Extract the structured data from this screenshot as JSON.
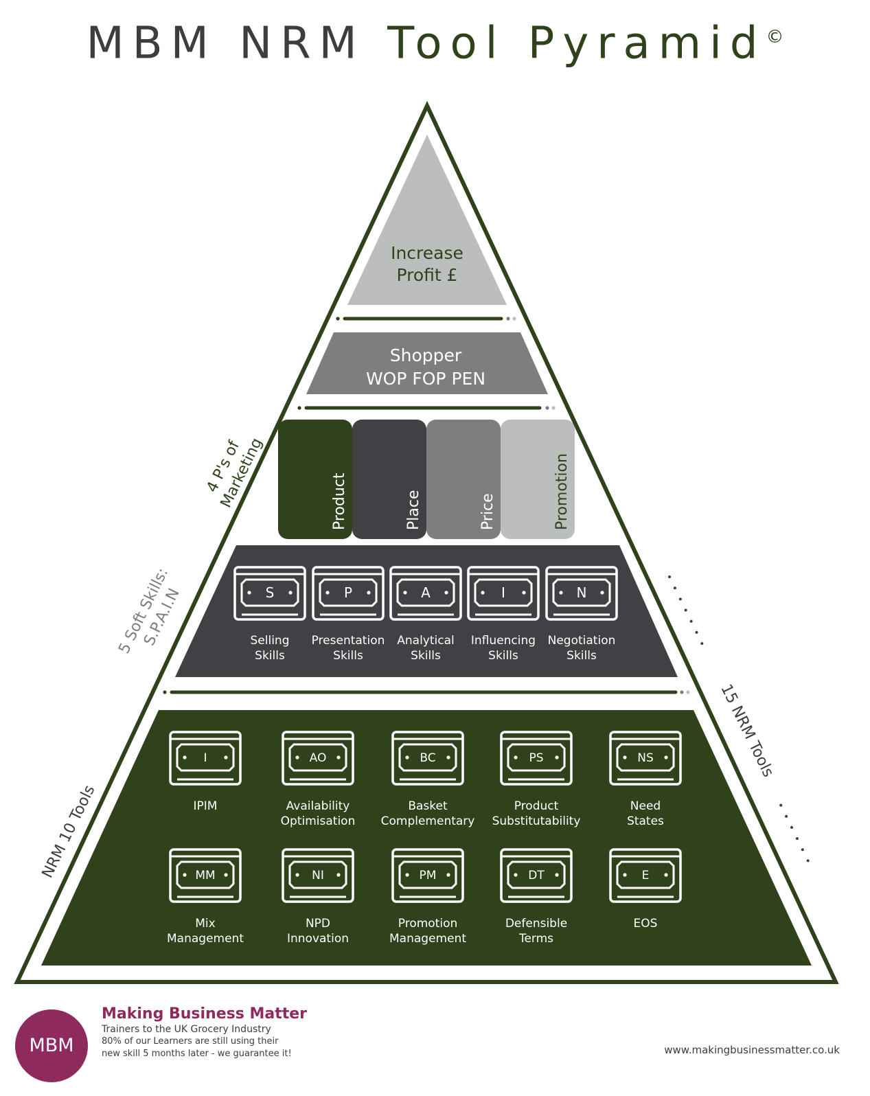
{
  "title": {
    "part1": "MBM NRM",
    "part2": "Tool Pyramid",
    "copyright": "©"
  },
  "colors": {
    "dark_green": "#2f421c",
    "charcoal": "#404144",
    "mid_grey": "#7d7e80",
    "light_grey": "#bcbdbd",
    "outline_green": "#2f421c",
    "brand": "#8e2a5e"
  },
  "apex": {
    "line1": "Increase",
    "line2": "Profit £"
  },
  "shopper": {
    "line1": "Shopper",
    "line2": "WOP FOP PEN"
  },
  "marketing": {
    "side_label_line1": "4 P's of",
    "side_label_line2": "Marketing",
    "items": [
      {
        "label": "Product",
        "color": "#2f421c",
        "text_color": "#ffffff"
      },
      {
        "label": "Place",
        "color": "#404144",
        "text_color": "#ffffff"
      },
      {
        "label": "Price",
        "color": "#7d7e80",
        "text_color": "#ffffff"
      },
      {
        "label": "Promotion",
        "color": "#bcbdbd",
        "text_color": "#2f421c"
      }
    ]
  },
  "soft_skills": {
    "side_label_line1": "5 Soft Skills:",
    "side_label_line2": "S.P.A.I.N",
    "items": [
      {
        "code": "S",
        "line1": "Selling",
        "line2": "Skills"
      },
      {
        "code": "P",
        "line1": "Presentation",
        "line2": "Skills"
      },
      {
        "code": "A",
        "line1": "Analytical",
        "line2": "Skills"
      },
      {
        "code": "I",
        "line1": "Influencing",
        "line2": "Skills"
      },
      {
        "code": "N",
        "line1": "Negotiation",
        "line2": "Skills"
      }
    ]
  },
  "nrm_tools": {
    "side_label": "NRM 10 Tools",
    "right_label": "15 NRM Tools",
    "row1": [
      {
        "code": "I",
        "line1": "IPIM",
        "line2": ""
      },
      {
        "code": "AO",
        "line1": "Availability",
        "line2": "Optimisation"
      },
      {
        "code": "BC",
        "line1": "Basket",
        "line2": "Complementary"
      },
      {
        "code": "PS",
        "line1": "Product",
        "line2": "Substitutability"
      },
      {
        "code": "NS",
        "line1": "Need",
        "line2": "States"
      }
    ],
    "row2": [
      {
        "code": "MM",
        "line1": "Mix",
        "line2": "Management"
      },
      {
        "code": "NI",
        "line1": "NPD",
        "line2": "Innovation"
      },
      {
        "code": "PM",
        "line1": "Promotion",
        "line2": "Management"
      },
      {
        "code": "DT",
        "line1": "Defensible",
        "line2": "Terms"
      },
      {
        "code": "E",
        "line1": "EOS",
        "line2": ""
      }
    ]
  },
  "footer": {
    "logo": "MBM",
    "brand": "Making Business Matter",
    "tagline": "Trainers to the UK Grocery Industry",
    "claim_line1": "80% of our Learners are still using their",
    "claim_line2": "new skill 5 months later - we guarantee it!",
    "url": "www.makingbusinessmatter.co.uk"
  }
}
